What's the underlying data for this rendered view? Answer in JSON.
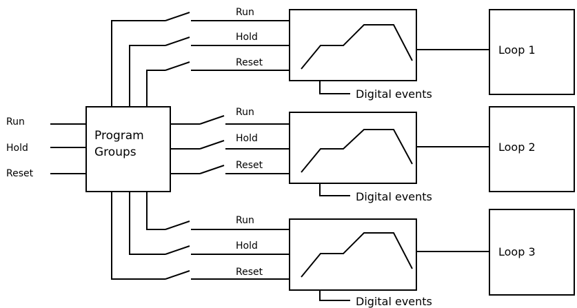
{
  "inputs": {
    "run": "Run",
    "hold": "Hold",
    "reset": "Reset"
  },
  "program_groups": {
    "line1": "Program",
    "line2": "Groups"
  },
  "programmers": [
    {
      "run": "Run",
      "hold": "Hold",
      "reset": "Reset",
      "events": "Digital events",
      "loop": "Loop 1"
    },
    {
      "run": "Run",
      "hold": "Hold",
      "reset": "Reset",
      "events": "Digital events",
      "loop": "Loop 2"
    },
    {
      "run": "Run",
      "hold": "Hold",
      "reset": "Reset",
      "events": "Digital events",
      "loop": "Loop 3"
    }
  ]
}
